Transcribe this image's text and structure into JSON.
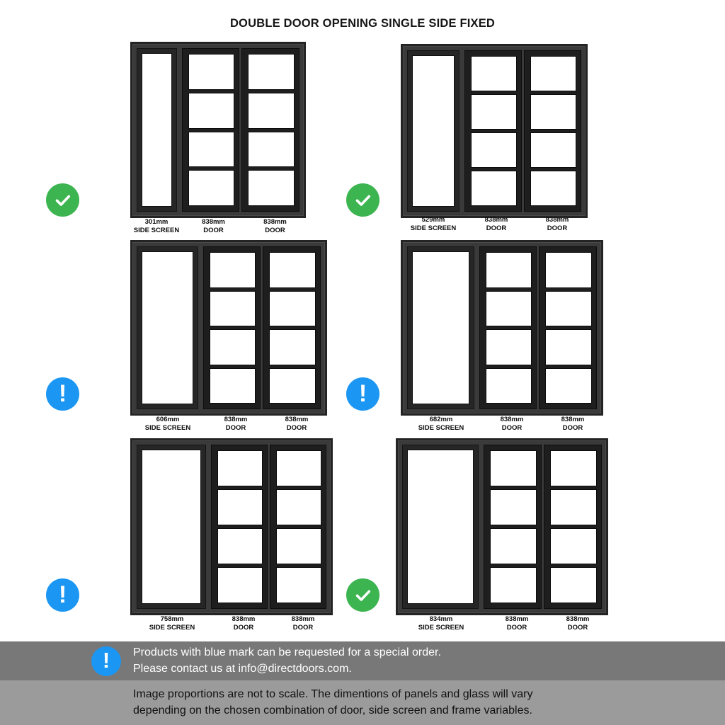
{
  "title": "DOUBLE DOOR OPENING SINGLE SIDE FIXED",
  "labels": {
    "side_screen": "SIDE SCREEN",
    "door": "DOOR"
  },
  "icons": {
    "check": "check-circle-icon",
    "info": "exclamation-circle-icon"
  },
  "colors": {
    "ok": "#3cb44f",
    "info": "#1b96f3",
    "frame": "#262626",
    "band_top": "#787878",
    "band_bottom": "#9b9b9b"
  },
  "configurations": [
    {
      "status": "ok",
      "side_screen_size": "301mm",
      "side_screen_label": "SIDE SCREEN",
      "doors": [
        {
          "size": "838mm",
          "label": "DOOR",
          "panes": 4
        },
        {
          "size": "838mm",
          "label": "DOOR",
          "panes": 4
        }
      ]
    },
    {
      "status": "ok",
      "side_screen_size": "529mm",
      "side_screen_label": "SIDE SCREEN",
      "doors": [
        {
          "size": "838mm",
          "label": "DOOR",
          "panes": 4
        },
        {
          "size": "838mm",
          "label": "DOOR",
          "panes": 4
        }
      ]
    },
    {
      "status": "info",
      "side_screen_size": "606mm",
      "side_screen_label": "SIDE SCREEN",
      "doors": [
        {
          "size": "838mm",
          "label": "DOOR",
          "panes": 4
        },
        {
          "size": "838mm",
          "label": "DOOR",
          "panes": 4
        }
      ]
    },
    {
      "status": "info",
      "side_screen_size": "682mm",
      "side_screen_label": "SIDE SCREEN",
      "doors": [
        {
          "size": "838mm",
          "label": "DOOR",
          "panes": 4
        },
        {
          "size": "838mm",
          "label": "DOOR",
          "panes": 4
        }
      ]
    },
    {
      "status": "info",
      "side_screen_size": "758mm",
      "side_screen_label": "SIDE SCREEN",
      "doors": [
        {
          "size": "838mm",
          "label": "DOOR",
          "panes": 4
        },
        {
          "size": "838mm",
          "label": "DOOR",
          "panes": 4
        }
      ]
    },
    {
      "status": "ok",
      "side_screen_size": "834mm",
      "side_screen_label": "SIDE SCREEN",
      "doors": [
        {
          "size": "838mm",
          "label": "DOOR",
          "panes": 4
        },
        {
          "size": "838mm",
          "label": "DOOR",
          "panes": 4
        }
      ]
    }
  ],
  "footer": {
    "notice_line1": "Products with blue mark can be requested for a special order.",
    "notice_line2": "Please contact us at info@directdoors.com.",
    "disclaimer_line1": "Image proportions are not to scale. The dimentions of panels and glass will vary",
    "disclaimer_line2": "depending on the chosen combination of door, side screen and frame variables."
  }
}
